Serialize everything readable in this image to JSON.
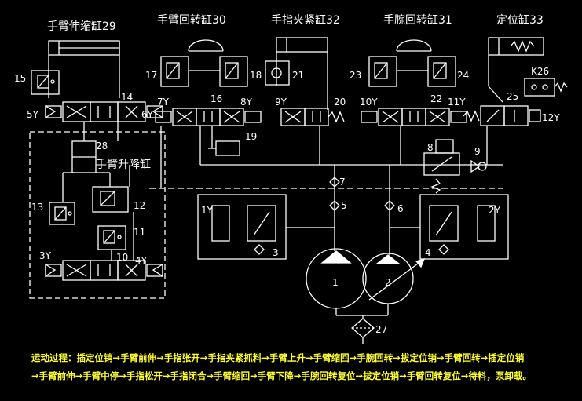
{
  "titles": {
    "arm_extend": "手臂伸缩缸29",
    "arm_rotate": "手臂回转缸30",
    "finger_clamp": "手指夹紧缸32",
    "wrist_rotate": "手腕回转缸31",
    "locate": "定位缸33",
    "arm_lift": "手臂升降缸"
  },
  "numbers": {
    "n1": "1",
    "n2": "2",
    "n3": "3",
    "n4": "4",
    "n5": "5",
    "n6": "6",
    "n7": "7",
    "n8": "8",
    "n9": "9",
    "n10": "10",
    "n11": "11",
    "n12": "12",
    "n13": "13",
    "n14": "14",
    "n15": "15",
    "n16": "16",
    "n17": "17",
    "n18": "18",
    "n19": "19",
    "n20": "20",
    "n21": "21",
    "n22": "22",
    "n23": "23",
    "n24": "24",
    "n25": "25",
    "n27": "27",
    "n28": "28",
    "k26": "K26"
  },
  "solenoids": {
    "y1": "1Y",
    "y2": "2Y",
    "y3": "3Y",
    "y4": "4Y",
    "y5": "5Y",
    "y6": "6Y",
    "y7": "7Y",
    "y8": "8Y",
    "y9": "9Y",
    "y10": "10Y",
    "y11": "11Y",
    "y12": "12Y"
  },
  "motion": {
    "line1": "运动过程：插定位销→手臂前伸→手指张开→手指夹紧抓料→手臂上升→手臂缩回→手腕回转→拔定位销→手臂回转→插定位销",
    "line2": "→手臂前伸→手臂中停→手指松开→手指闭合→手臂缩回→手臂下降→手腕回转复位→拔定位销→手臂回转复位→待料，泵卸载。"
  },
  "colors": {
    "line": "#ffffff",
    "text_yellow": "#ffff33",
    "background": "#000000"
  }
}
